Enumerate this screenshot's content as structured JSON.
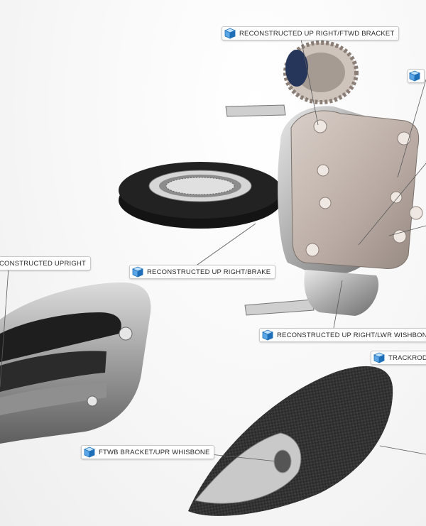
{
  "viewport": {
    "callouts": [
      {
        "id": "ftwd-bracket",
        "label": "RECONSTRUCTED UP RIGHT/FTWD BRACKET",
        "icon": "part-cube-icon"
      },
      {
        "id": "upright",
        "label": "CONSTRUCTED UPRIGHT",
        "icon": "part-cube-icon"
      },
      {
        "id": "brake",
        "label": "RECONSTRUCTED UP RIGHT/BRAKE",
        "icon": "part-cube-icon"
      },
      {
        "id": "lwr-wishbone",
        "label": "RECONSTRUCTED UP RIGHT/LWR WISHBONE",
        "icon": "part-cube-icon"
      },
      {
        "id": "trackrod",
        "label": "TRACKROD B",
        "icon": "part-cube-icon"
      },
      {
        "id": "upr-wishbone",
        "label": "FTWB BRACKET/UPR WHISBONE",
        "icon": "part-cube-icon"
      }
    ]
  },
  "colors": {
    "cube_light": "#bfe3ff",
    "cube_mid": "#5aa6e6",
    "cube_dark": "#1f6fb8",
    "metal": "#bdbdbd",
    "carbon": "#2a2a2a"
  }
}
